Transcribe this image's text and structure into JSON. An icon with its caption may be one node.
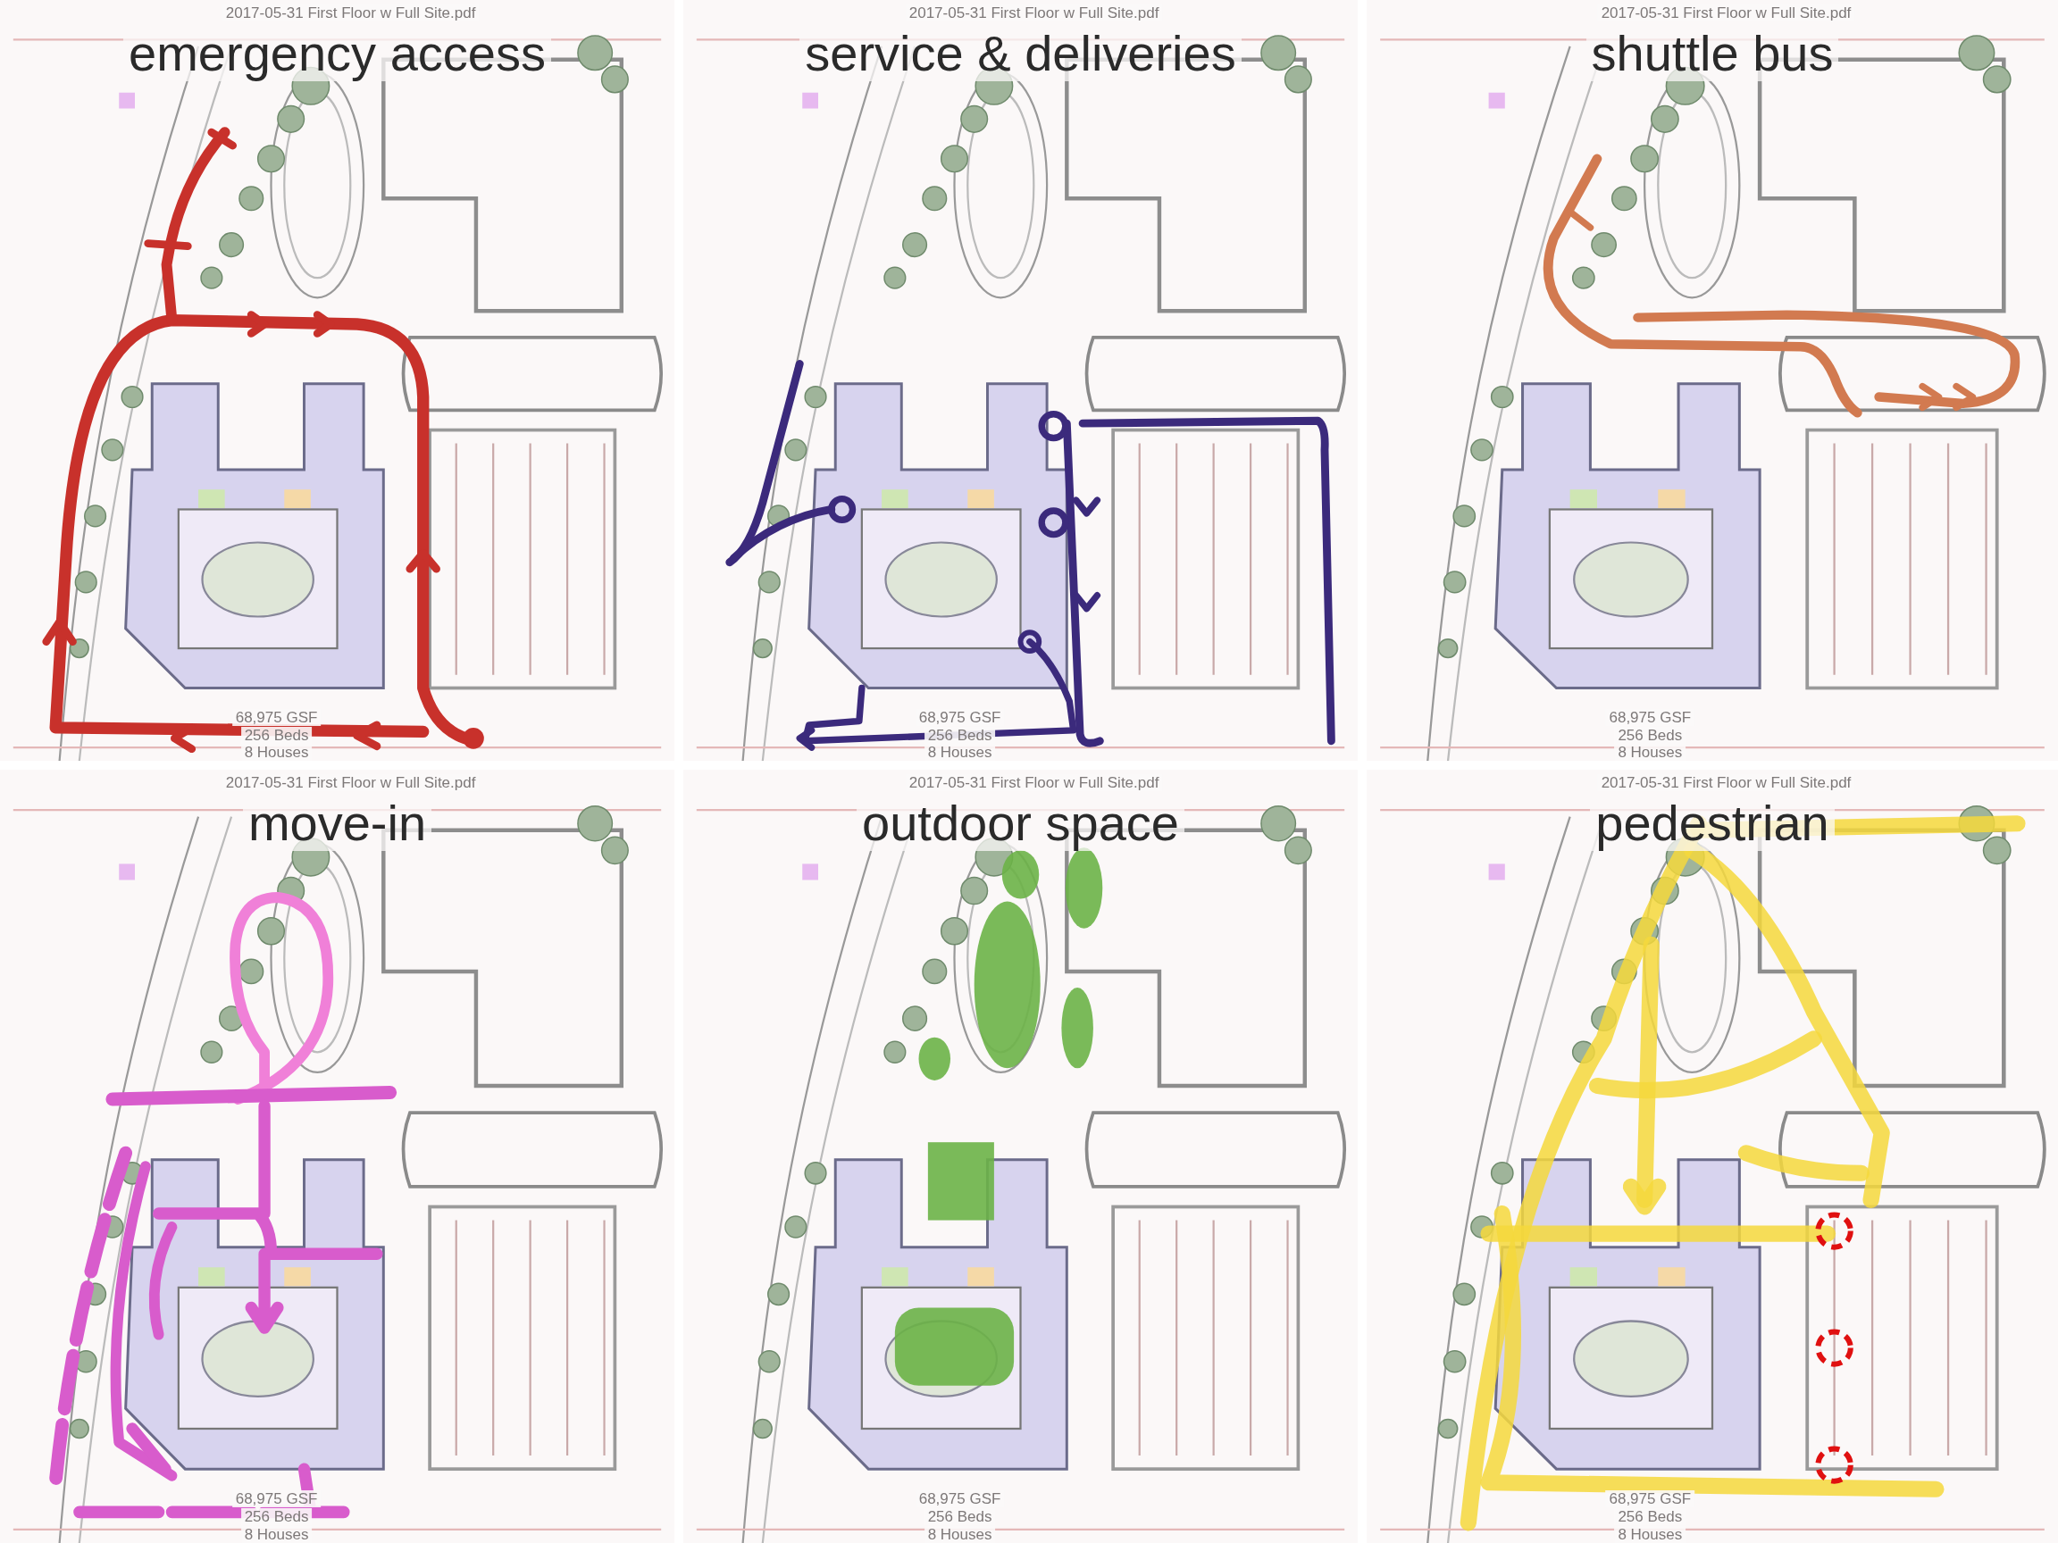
{
  "diagram": {
    "nodes": [
      {
        "text": [
          "2017-05-31 First Floor w Full Site.pdf",
          "emergency access",
          "68,975 GSF",
          "256 Beds",
          "8 Houses"
        ]
      },
      {
        "text": [
          "2017-05-31 First Floor w Full Site.pdf",
          "service & deliveries",
          "68,975 GSF",
          "256 Beds",
          "8 Houses"
        ]
      },
      {
        "text": [
          "2017-05-31 First Floor w Full Site.pdf",
          "shuttle bus",
          "68,975 GSF",
          "256 Beds",
          "8 Houses"
        ]
      },
      {
        "text": [
          "2017-05-31 First Floor w Full Site.pdf",
          "move-in",
          "68,975 GSF",
          "256 Beds",
          "8 Houses"
        ]
      },
      {
        "text": [
          "2017-05-31 First Floor w Full Site.pdf",
          "outdoor space",
          "68,975 GSF",
          "256 Beds",
          "8 Houses"
        ]
      },
      {
        "text": [
          "2017-05-31 First Floor w Full Site.pdf",
          "pedestrian",
          "68,975 GSF",
          "256 Beds",
          "8 Houses"
        ]
      }
    ],
    "edges": []
  }
}
